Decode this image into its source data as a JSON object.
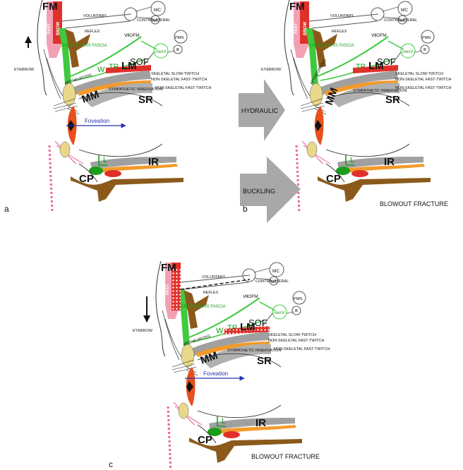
{
  "colors": {
    "muscle_red": "#e0302a",
    "fast_pink": "#f4a0b4",
    "levator_gray": "#a0a0a0",
    "orbicularis_green": "#3fc93f",
    "tendon_green": "#1a9e1a",
    "bone_brown": "#8b5a1b",
    "fat_yellow": "#e9d88a",
    "orange_band": "#f39a2a",
    "cornea_orange": "#e8501c",
    "iris_black": "#111111",
    "foveation_blue": "#2233aa",
    "pointer_gray": "#a8a8a8",
    "lash_pink": "#e8689a"
  },
  "labels": {
    "fm": "FM",
    "fast": "FAST",
    "brow": "BROW",
    "voluntary": "VOLUNTARY",
    "contralateral": "CONTRALATERAL",
    "reflex": "REFLEX",
    "viiofm": "ⅦOFM",
    "mc": "MC",
    "mc_small": "MC",
    "pmn": "PMN",
    "mesv": "mesV",
    "cn3": "Ⅲ",
    "sof": "SOF",
    "orbicularis_fascia": "ORBICULARIS FASCIA",
    "eyebrow": "EYEBROW",
    "aponeurosis": "APONEUROSIS",
    "w": "W",
    "tp": "TP",
    "lm": "LM",
    "mm": "MM",
    "skeletal_slow": "SKELETAL SLOW-TWITCH",
    "nonskeletal_fast_1": "NON-SKELETAL FAST-TWITCH",
    "nonskeletal_fast_2": "NON-SKELETAL FAST-TWITCH",
    "sympathetic_innervation": "SYMPATHETIC INNERVATION",
    "sr": "SR",
    "foveation": "Foveation",
    "ir": "IR",
    "cp": "CP",
    "l": "L",
    "hydraulic": "HYDRAULIC",
    "buckling": "BUCKLING",
    "blowout_fracture": "BLOWOUT FRACTURE"
  },
  "panels": [
    {
      "letter": "a"
    },
    {
      "letter": "b"
    },
    {
      "letter": "c"
    }
  ]
}
